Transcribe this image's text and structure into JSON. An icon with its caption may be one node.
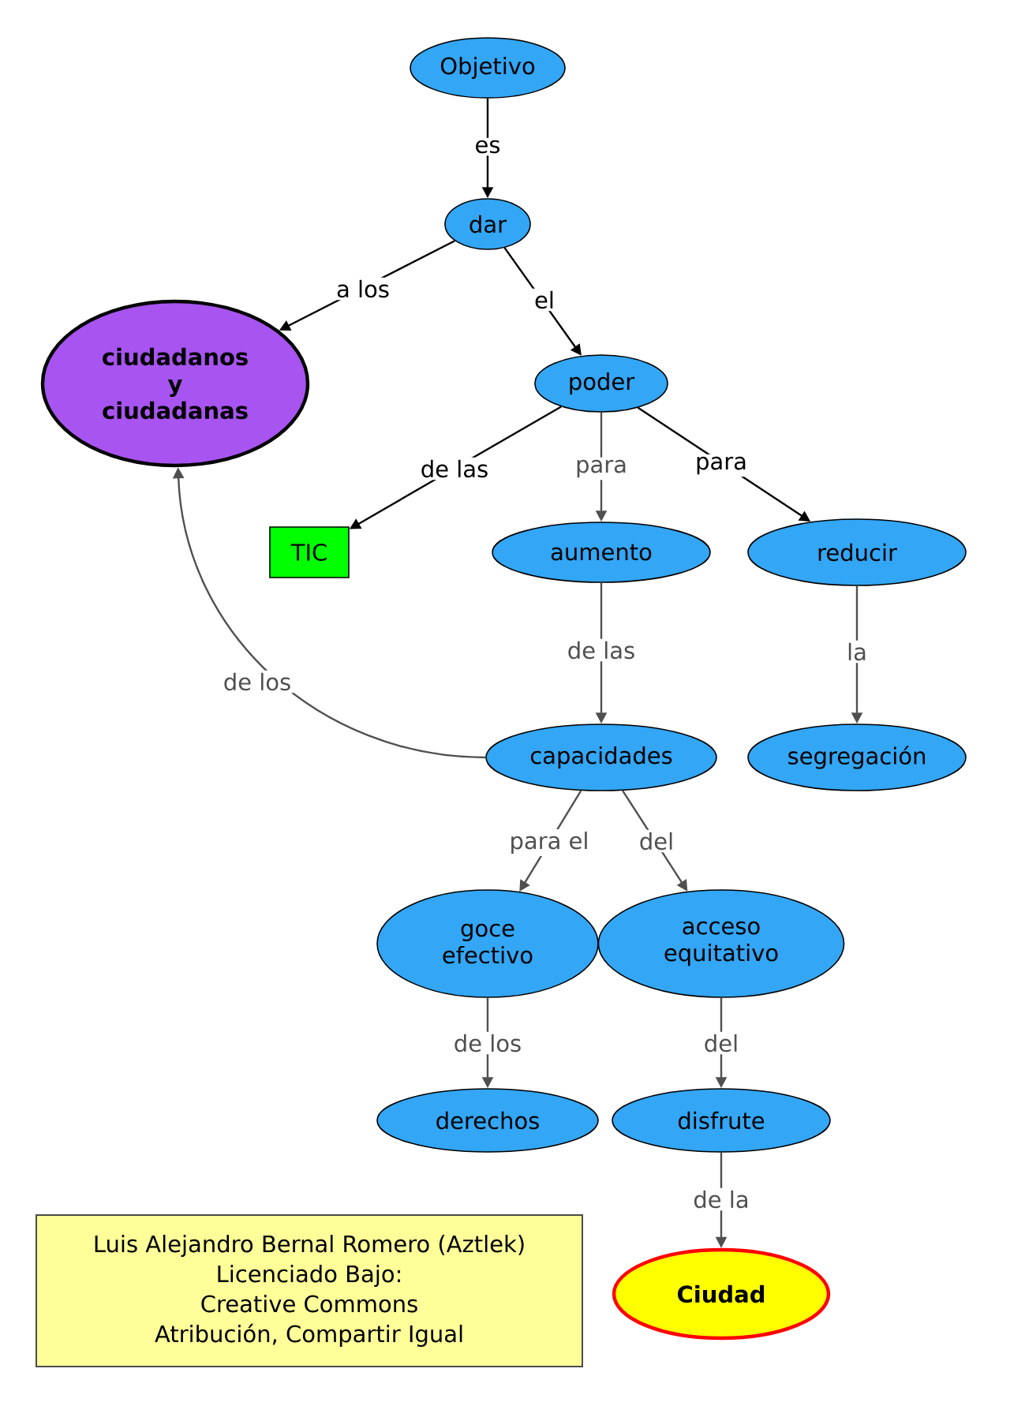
{
  "diagram": {
    "nodes": [
      {
        "text": [
          "Objetivo"
        ]
      },
      {
        "text": [
          "dar"
        ]
      },
      {
        "text": [
          "ciudadanos y ciudadanas"
        ]
      },
      {
        "text": [
          "poder"
        ]
      },
      {
        "text": [
          "TIC"
        ]
      },
      {
        "text": [
          "aumento"
        ]
      },
      {
        "text": [
          "reducir"
        ]
      },
      {
        "text": [
          "capacidades"
        ]
      },
      {
        "text": [
          "segregación"
        ]
      },
      {
        "text": [
          "goce efectivo"
        ]
      },
      {
        "text": [
          "acceso equitativo"
        ]
      },
      {
        "text": [
          "derechos"
        ]
      },
      {
        "text": [
          "disfrute"
        ]
      },
      {
        "text": [
          "Ciudad"
        ]
      },
      {
        "text": [
          "Luis Alejandro Bernal Romero (Aztlek)",
          "Licenciado Bajo:",
          "Creative Commons",
          "Atribución, Compartir Igual"
        ]
      }
    ],
    "edges": [
      {
        "from": 0,
        "to": 1,
        "arrow": "to",
        "label": "es",
        "color": "#000000"
      },
      {
        "from": 1,
        "to": 2,
        "arrow": "to",
        "label": "a los",
        "color": "#000000"
      },
      {
        "from": 1,
        "to": 3,
        "arrow": "to",
        "label": "el",
        "color": "#000000"
      },
      {
        "from": 3,
        "to": 4,
        "arrow": "to",
        "label": "de las",
        "color": "#000000"
      },
      {
        "from": 3,
        "to": 5,
        "arrow": "to",
        "label": "para"
      },
      {
        "from": 3,
        "to": 6,
        "arrow": "to",
        "label": "para",
        "color": "#000000"
      },
      {
        "from": 5,
        "to": 7,
        "arrow": "to",
        "label": "de las"
      },
      {
        "from": 6,
        "to": 8,
        "arrow": "to",
        "label": "la"
      },
      {
        "from": 7,
        "to": 2,
        "arrow": "to",
        "label": "de los"
      },
      {
        "from": 7,
        "to": 9,
        "arrow": "to",
        "label": "para el"
      },
      {
        "from": 7,
        "to": 10,
        "arrow": "to",
        "label": "del"
      },
      {
        "from": 9,
        "to": 11,
        "arrow": "to",
        "label": "de los"
      },
      {
        "from": 10,
        "to": 12,
        "arrow": "to",
        "label": "del"
      },
      {
        "from": 12,
        "to": 13,
        "arrow": "to",
        "label": "de la"
      }
    ]
  }
}
